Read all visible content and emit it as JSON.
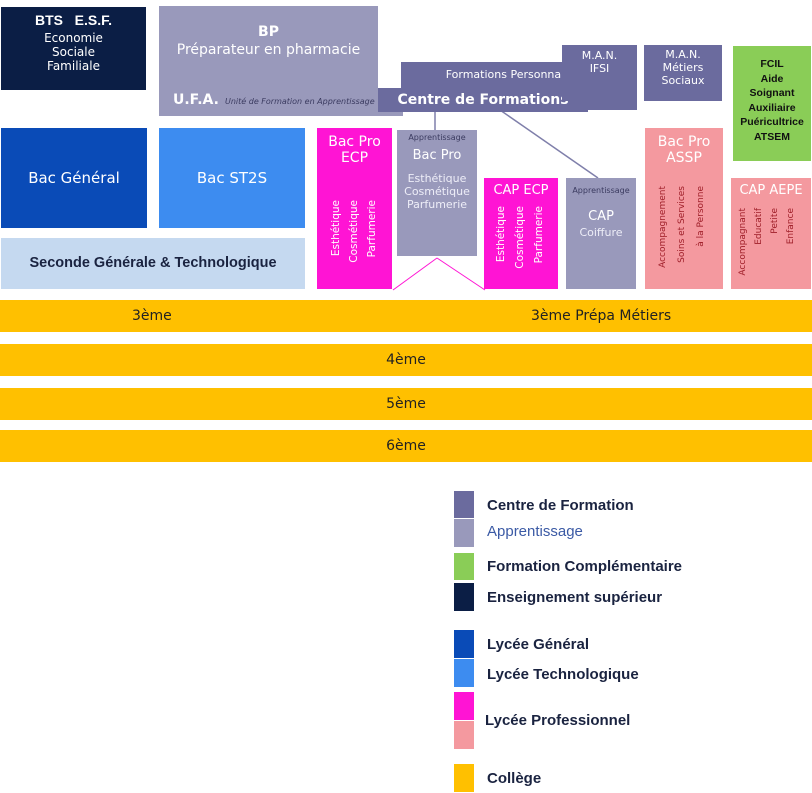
{
  "colors": {
    "centre_formation": "#6B6B9E",
    "apprentissage": "#9999BB",
    "complementaire": "#8ACD57",
    "superieur": "#0B1E45",
    "general": "#0A4BB7",
    "technologique": "#3D8CF0",
    "professionnel": "#FF14D4",
    "professionnel_light": "#F4999F",
    "college": "#FFC000",
    "seconde": "#C5D9F0"
  },
  "bts": {
    "title": "BTS   E.S.F.",
    "line1": "Economie",
    "line2": "Sociale",
    "line3": "Familiale"
  },
  "bp": {
    "title": "BP",
    "subtitle": "Préparateur en pharmacie",
    "ufa": "U.F.A.",
    "ufa_full": "Unité de Formation en Apprentissage"
  },
  "centre": {
    "formations_perso": "Formations Personnalisées",
    "title": "Centre de Formations"
  },
  "man_ifsi": {
    "line1": "M.A.N.",
    "line2": "IFSI"
  },
  "man_metiers": {
    "line1": "M.A.N.",
    "line2": "Métiers",
    "line3": "Sociaux"
  },
  "fcil": {
    "line1": "FCIL",
    "line2": "Aide",
    "line3": "Soignant",
    "line4": "Auxiliaire",
    "line5": "Puéricultrice",
    "line6": "ATSEM"
  },
  "bac_general": "Bac Général",
  "bac_st2s": "Bac ST2S",
  "seconde": "Seconde Générale & Technologique",
  "bacpro_ecp": {
    "title1": "Bac Pro",
    "title2": "ECP",
    "v1": "Esthétique",
    "v2": "Cosmétique",
    "v3": "Parfumerie"
  },
  "app_bacpro": {
    "tag": "Apprentissage",
    "title": "Bac Pro",
    "l1": "Esthétique",
    "l2": "Cosmétique",
    "l3": "Parfumerie"
  },
  "cap_ecp": {
    "title": "CAP ECP",
    "v1": "Esthétique",
    "v2": "Cosmétique",
    "v3": "Parfumerie"
  },
  "app_cap": {
    "tag": "Apprentissage",
    "title": "CAP",
    "sub": "Coiffure"
  },
  "bacpro_assp": {
    "title1": "Bac Pro",
    "title2": "ASSP",
    "v1": "Accompagnement",
    "v2": "Soins et Services",
    "v3": "à la Personne"
  },
  "cap_aepe": {
    "title": "CAP AEPE",
    "v1": "Accompagnant",
    "v2": "Educatif",
    "v3": "Petite",
    "v4": "Enfance"
  },
  "levels": {
    "troisieme": "3ème",
    "prepa": "3ème Prépa Métiers",
    "quatrieme": "4ème",
    "cinquieme": "5ème",
    "sixieme": "6ème"
  },
  "legend": {
    "centre": "Centre de Formation",
    "apprentissage": "Apprentissage",
    "complementaire": "Formation Complémentaire",
    "superieur": "Enseignement supérieur",
    "general": "Lycée Général",
    "technologique": "Lycée Technologique",
    "professionnel": "Lycée Professionnel",
    "college": "Collège"
  }
}
